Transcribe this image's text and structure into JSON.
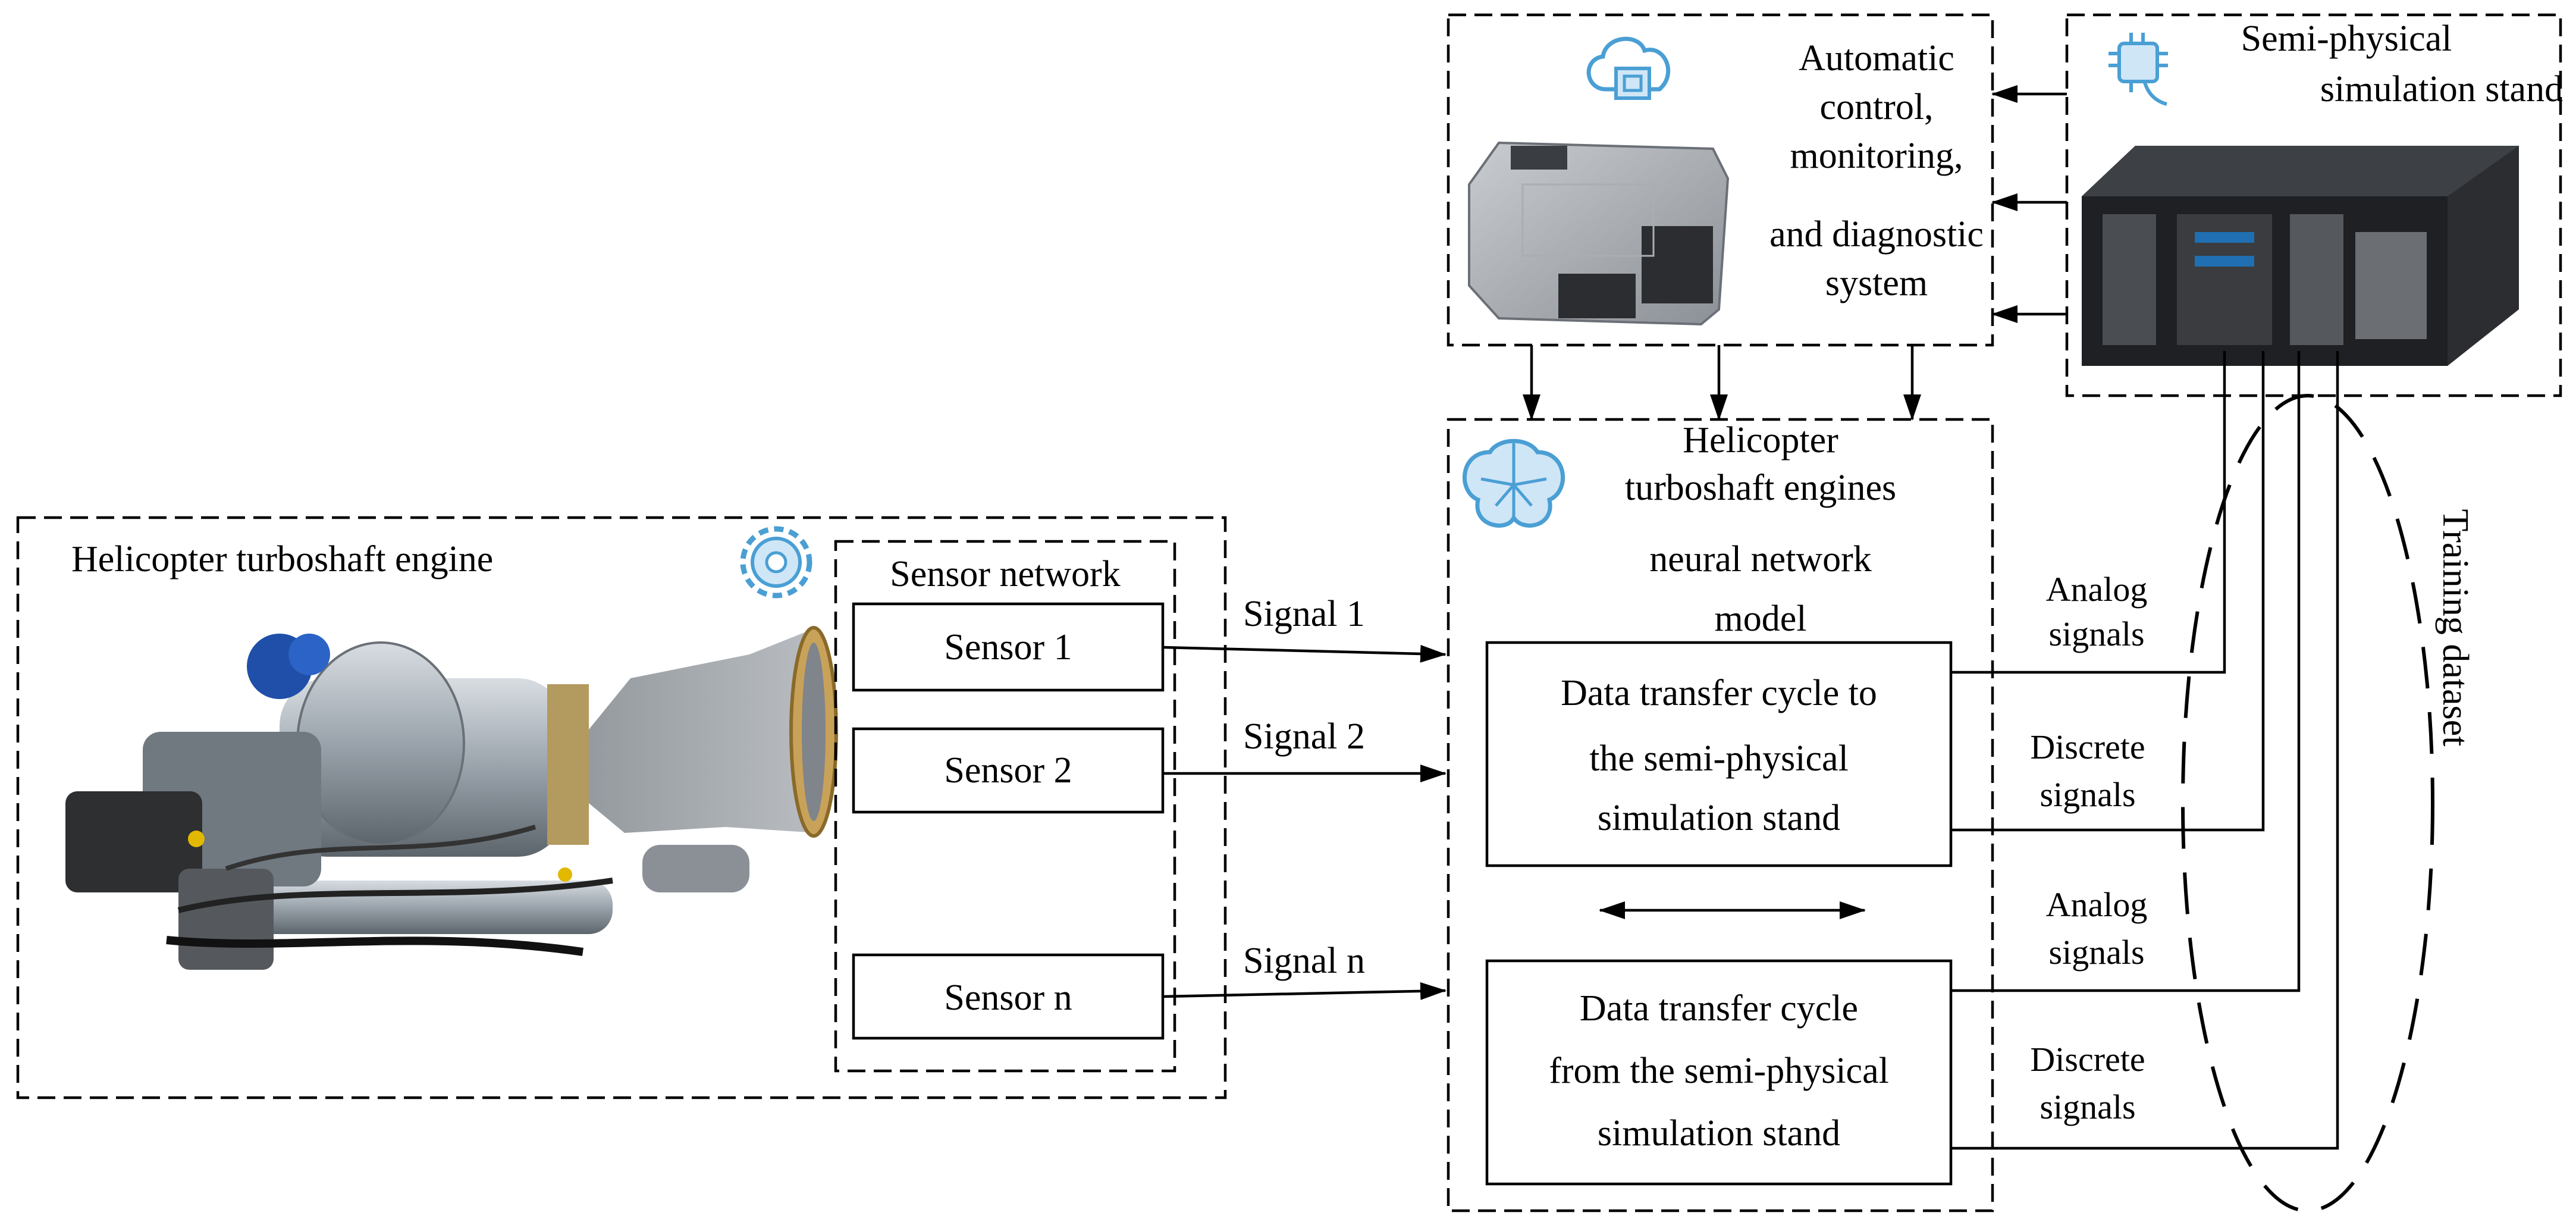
{
  "engine_group": {
    "title": "Helicopter turboshaft engine"
  },
  "sensor_network": {
    "title": "Sensor network",
    "sensors": [
      "Sensor 1",
      "Sensor 2",
      "Sensor n"
    ]
  },
  "signals": [
    "Signal 1",
    "Signal 2",
    "Signal n"
  ],
  "control_system": {
    "title_lines": [
      "Automatic",
      "control,",
      "monitoring,",
      "and diagnostic",
      "system"
    ]
  },
  "stand": {
    "title_lines": [
      "Semi-physical",
      "simulation stand"
    ]
  },
  "nn_model": {
    "title_lines": [
      "Helicopter",
      "turboshaft engines",
      "neural network",
      "model"
    ],
    "cycle_to": [
      "Data transfer cycle to",
      "the semi-physical",
      "simulation stand"
    ],
    "cycle_from": [
      "Data transfer cycle",
      "from the semi-physical",
      "simulation stand"
    ]
  },
  "signal_types": {
    "analog": [
      "Analog",
      "signals"
    ],
    "discrete": [
      "Discrete",
      "signals"
    ]
  },
  "training": {
    "label": "Training dataset"
  },
  "icons": [
    "gear-icon",
    "cloud-chip-icon",
    "brain-network-icon",
    "ai-chip-icon"
  ],
  "colors": {
    "line": "#000000",
    "icon": "#4a9fd4",
    "icon_fill": "#cfe6f7"
  }
}
